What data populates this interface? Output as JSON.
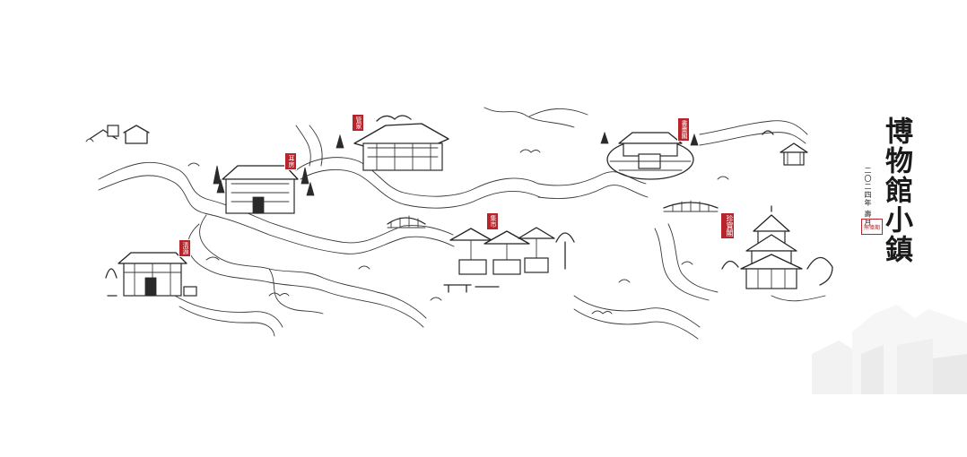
{
  "title": "博物館小鎮",
  "subtitle": "二〇二四年 壽月",
  "seal": "熊偉期",
  "labels": {
    "top_center": "管家",
    "top_right": "書畫閣",
    "left_house": "耳房",
    "center_market": "集市",
    "right_pagoda": "珍寶閣",
    "bottom_left": "清源"
  },
  "colors": {
    "ink": "#2a2a2a",
    "seal_red": "#b8242a",
    "paper": "#ffffff",
    "watermark_gray": "#e6e6e6"
  }
}
